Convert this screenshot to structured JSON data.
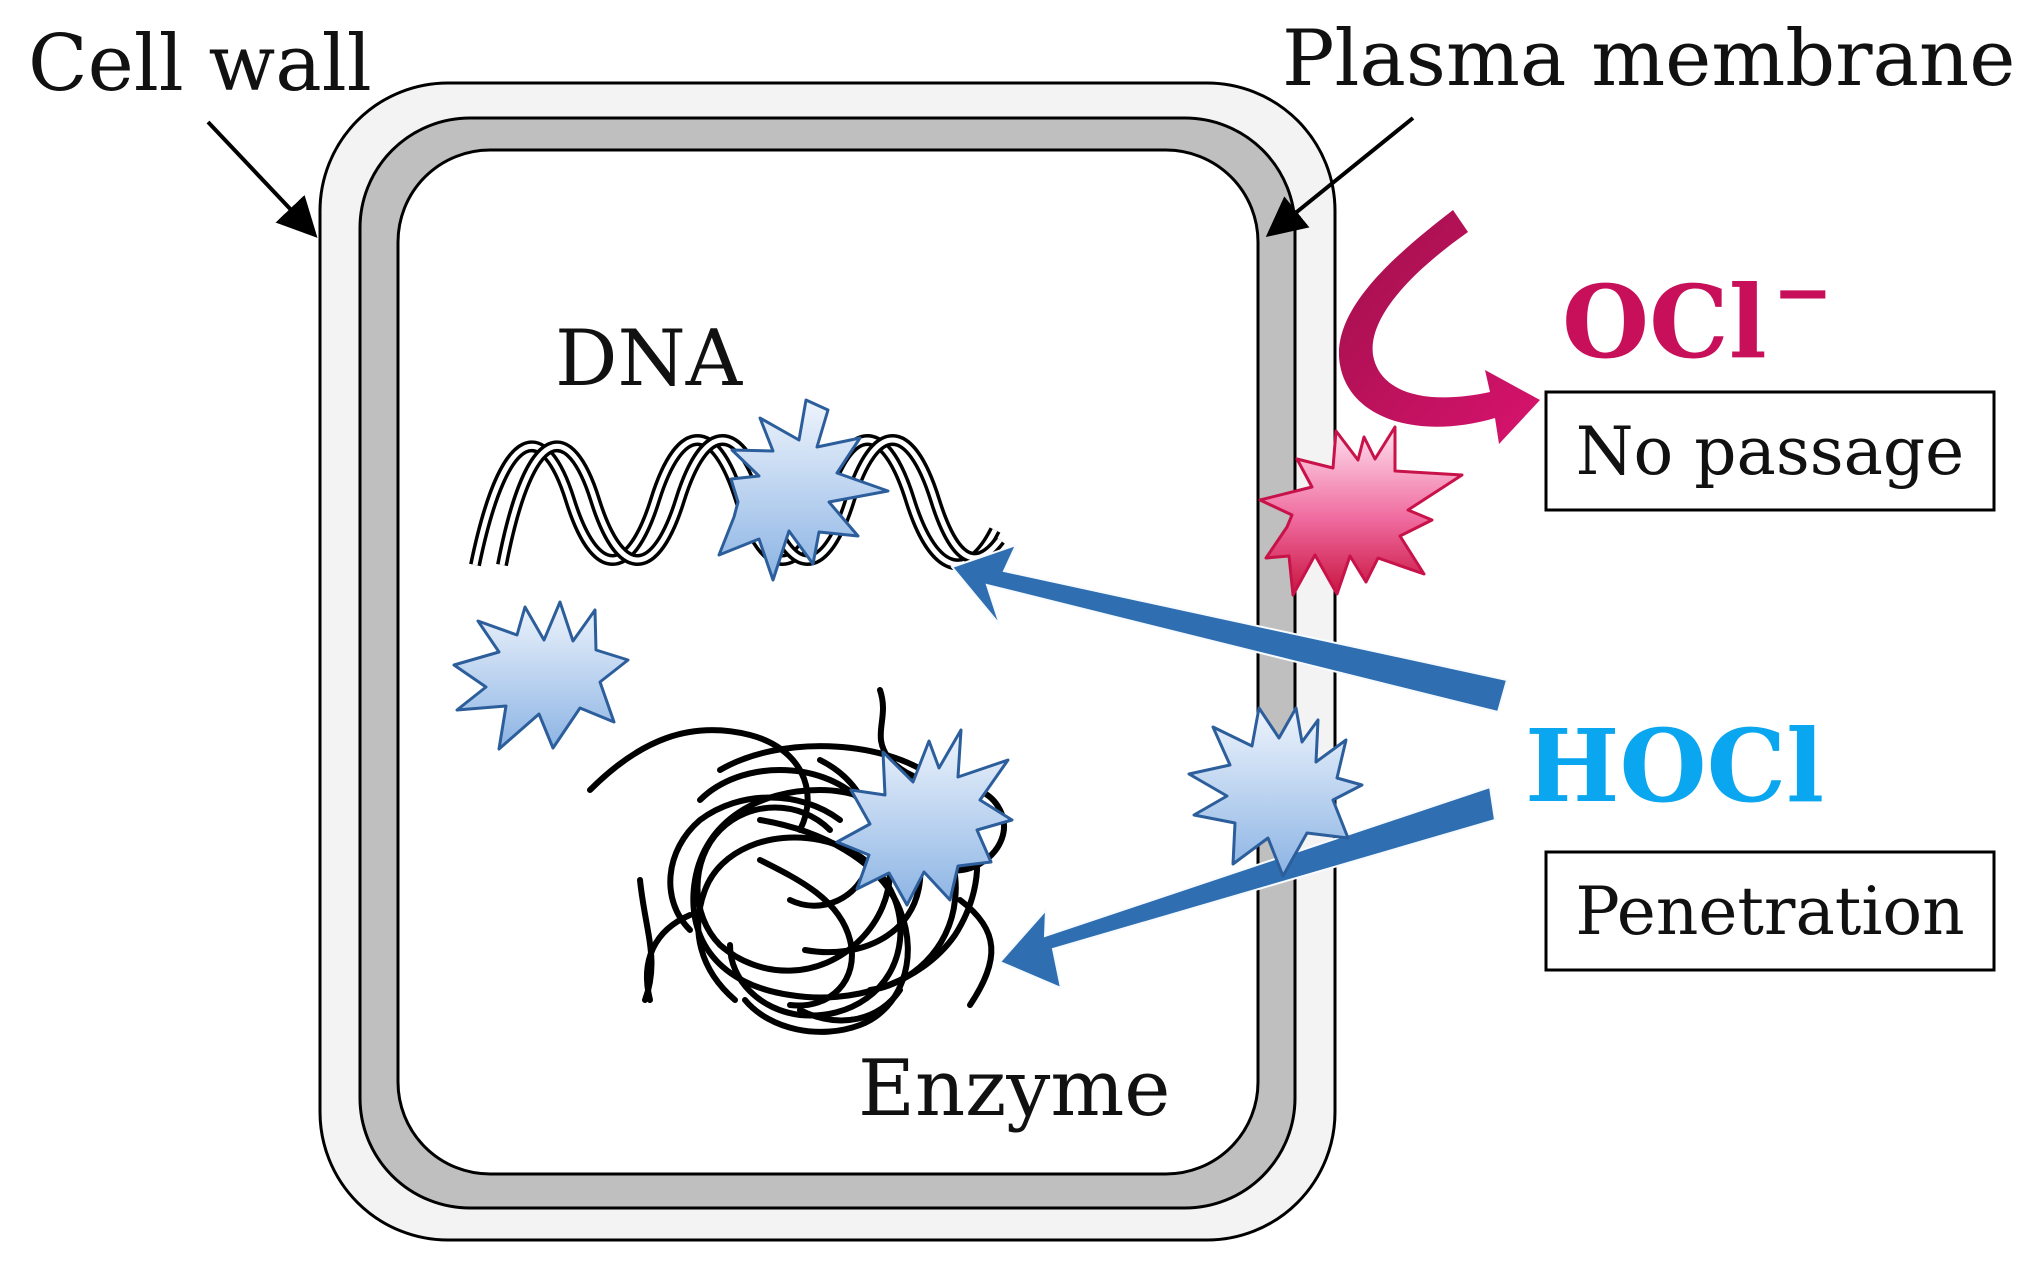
{
  "labels": {
    "cell_wall": "Cell wall",
    "plasma_membrane": "Plasma membrane",
    "dna": "DNA",
    "enzyme": "Enzyme"
  },
  "hypochlorite_ion": {
    "base": "OCl",
    "charge": "−",
    "note": "No passage",
    "color": "#c8105a"
  },
  "hypochlorous_acid": {
    "formula": "HOCl",
    "note": "Penetration",
    "color": "#0aa6ef"
  },
  "colors": {
    "cell_wall_fill": "#f3f3f3",
    "plasma_membrane_fill": "#bfbfbf",
    "arrow_blue": "#2f6fb1",
    "burst_blue_light": "#e4eefa",
    "burst_blue_dark": "#8eb6e6",
    "burst_pink_light": "#ffd6ea",
    "burst_pink_dark": "#d21e5a"
  }
}
